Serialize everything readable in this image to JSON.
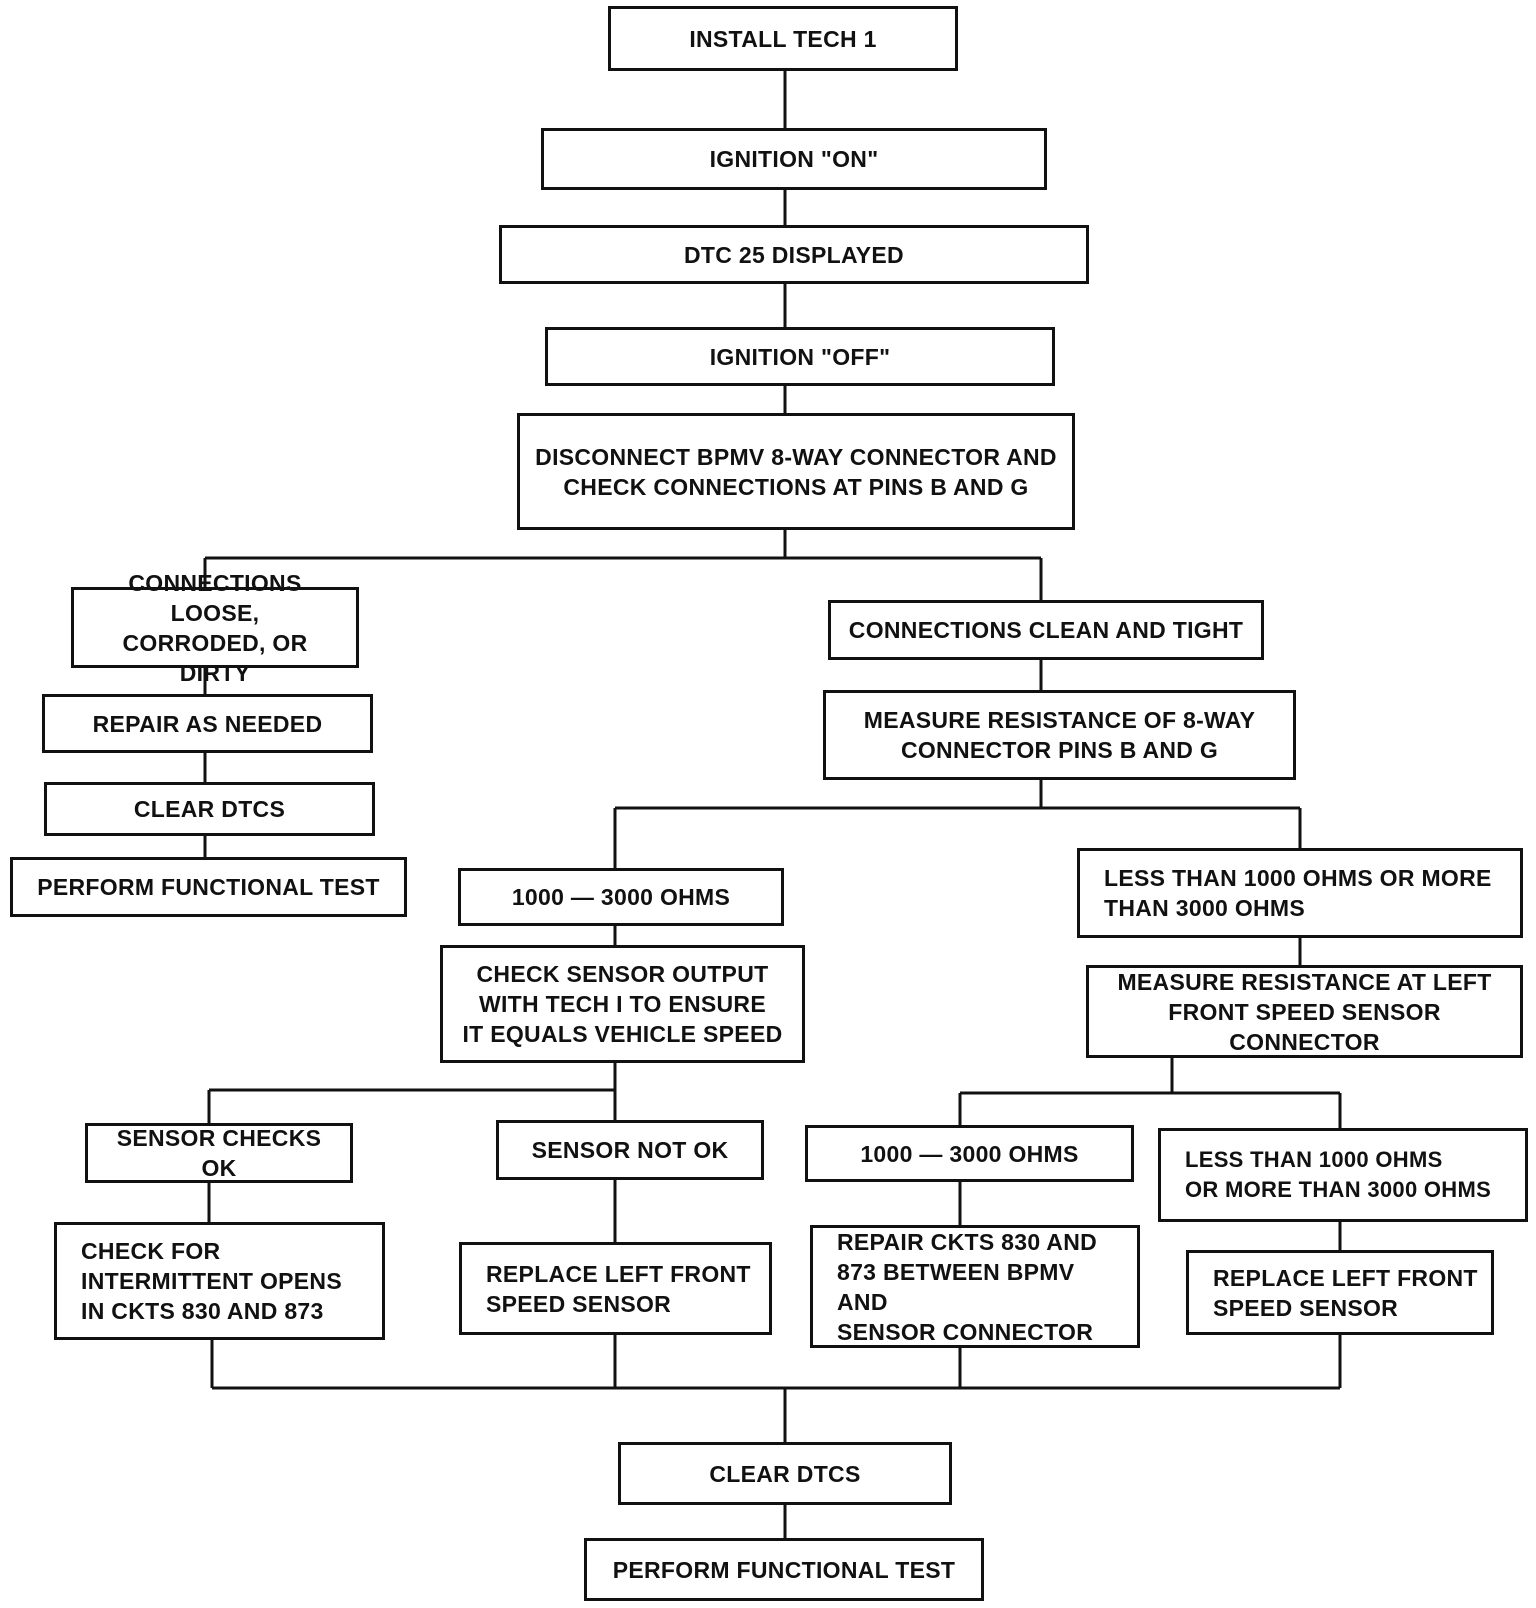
{
  "colors": {
    "ink": "#111111",
    "background": "#ffffff"
  },
  "nodes": {
    "install_tech": "INSTALL TECH 1",
    "ignition_on": "IGNITION \"ON\"",
    "dtc_displayed": "DTC 25 DISPLAYED",
    "ignition_off": "IGNITION \"OFF\"",
    "disconnect": "DISCONNECT BPMV 8-WAY CONNECTOR AND\nCHECK CONNECTIONS AT PINS B AND G",
    "conn_loose": "CONNECTIONS LOOSE,\nCORRODED, OR DIRTY",
    "repair_needed": "REPAIR AS NEEDED",
    "clear_dtcs_left": "CLEAR DTCS",
    "functional_test_left": "PERFORM FUNCTIONAL TEST",
    "conn_clean": "CONNECTIONS CLEAN AND TIGHT",
    "measure_8way": "MEASURE RESISTANCE OF 8-WAY\nCONNECTOR PINS B AND G",
    "ohms_ok_1": "1000 — 3000 OHMS",
    "ohms_bad_1": "LESS THAN 1000 OHMS OR MORE\nTHAN 3000 OHMS",
    "check_sensor": "CHECK SENSOR OUTPUT\nWITH TECH I TO ENSURE\nIT EQUALS VEHICLE SPEED",
    "measure_lf": "MEASURE RESISTANCE AT LEFT\nFRONT SPEED SENSOR CONNECTOR",
    "sensor_ok": "SENSOR CHECKS OK",
    "sensor_not_ok": "SENSOR NOT OK",
    "ohms_ok_2": "1000 — 3000 OHMS",
    "ohms_bad_2": "LESS THAN 1000 OHMS\nOR MORE THAN 3000 OHMS",
    "check_intermittent": "CHECK FOR\nINTERMITTENT OPENS\nIN CKTS 830 AND 873",
    "replace_sensor_1": "REPLACE LEFT FRONT\nSPEED SENSOR",
    "repair_ckts": "REPAIR CKTS 830 AND\n873 BETWEEN BPMV AND\nSENSOR CONNECTOR",
    "replace_sensor_2": "REPLACE LEFT FRONT\nSPEED SENSOR",
    "clear_dtcs_bottom": "CLEAR DTCS",
    "functional_test_bottom": "PERFORM FUNCTIONAL TEST"
  }
}
